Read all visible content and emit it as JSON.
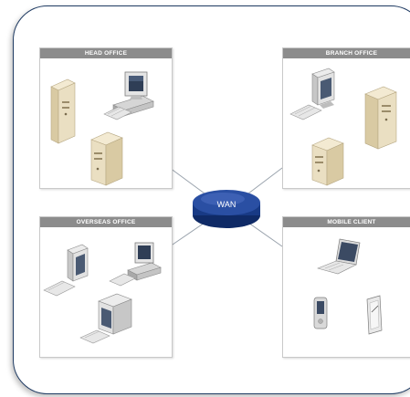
{
  "panels": {
    "head_office": "HEAD OFFICE",
    "branch_office": "BRANCH OFFICE",
    "overseas_office": "OVERSEAS OFFICE",
    "mobile_client": "MOBILE CLIENT"
  },
  "hub": {
    "label": "WAN",
    "color": "#1f3f8a"
  },
  "colors": {
    "frame": "#1f3b63",
    "title_bar": "#8c8c8c",
    "server": "#e8dcc0"
  },
  "icons": [
    "server-tower-icon",
    "desktop-computer-icon",
    "crt-monitor-icon",
    "keyboard-icon",
    "laptop-icon",
    "pda-icon",
    "tablet-icon",
    "wan-cloud-icon"
  ]
}
